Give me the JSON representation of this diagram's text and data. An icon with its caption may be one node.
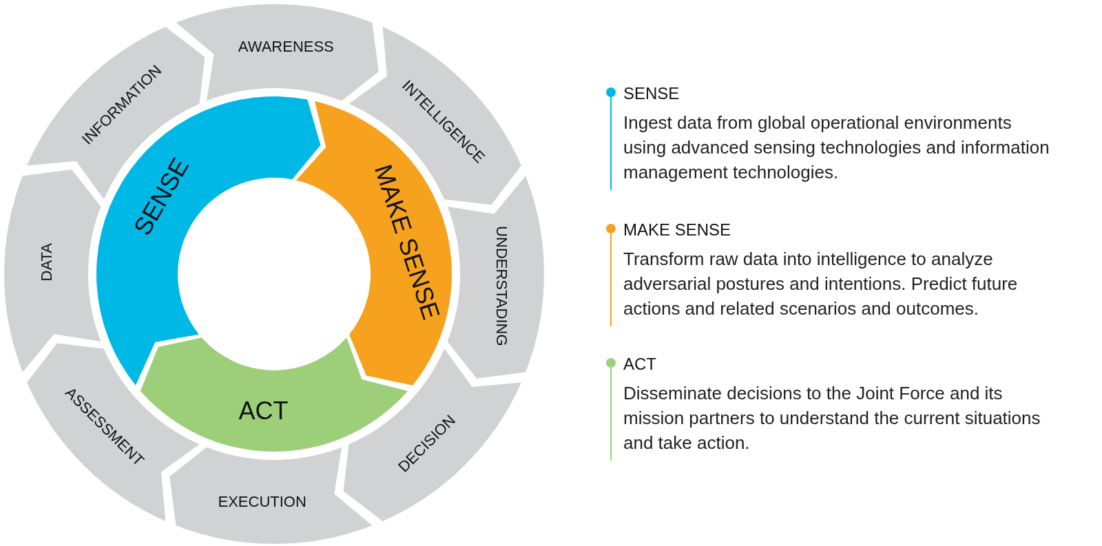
{
  "diagram": {
    "nodes": [
      {
        "text": [
          "AWARENESS"
        ]
      },
      {
        "text": [
          "INTELLIGENCE"
        ]
      },
      {
        "text": [
          "UNDERSTADING"
        ]
      },
      {
        "text": [
          "DECISION"
        ]
      },
      {
        "text": [
          "EXECUTION"
        ]
      },
      {
        "text": [
          "ASSESSMENT"
        ]
      },
      {
        "text": [
          "DATA"
        ]
      },
      {
        "text": [
          "INFORMATION"
        ]
      },
      {
        "text": [
          "SENSE"
        ]
      },
      {
        "text": [
          "MAKE SENSE"
        ]
      },
      {
        "text": [
          "ACT"
        ]
      }
    ],
    "legend": [
      {
        "text": "SENSE",
        "color": "#00b8e6"
      },
      {
        "text": "MAKE SENSE",
        "color": "#f6a21e"
      },
      {
        "text": "ACT",
        "color": "#9dcf7a"
      }
    ],
    "labels": [
      "Ingest data from global operational environments using advanced sensing technologies and information management technologies.",
      "Transform raw data into intelligence to analyze adversarial postures and intentions. Predict future actions and related scenarios and outcomes.",
      "Disseminate decisions to the Joint Force and its mission partners to understand the current situations and take action."
    ]
  }
}
